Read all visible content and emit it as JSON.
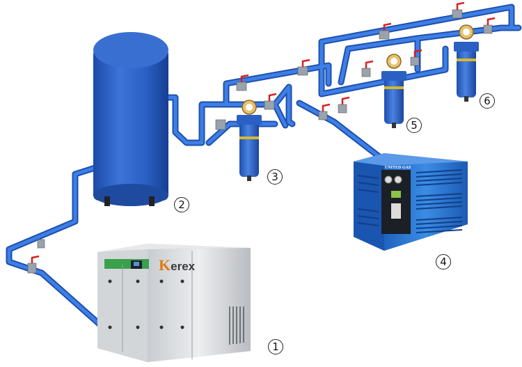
{
  "diagram": {
    "labels": [
      {
        "id": "compressor",
        "number": "1"
      },
      {
        "id": "tank",
        "number": "2"
      },
      {
        "id": "filter-a",
        "number": "3"
      },
      {
        "id": "dryer",
        "number": "4"
      },
      {
        "id": "filter-b",
        "number": "5"
      },
      {
        "id": "filter-c",
        "number": "6"
      }
    ],
    "compressor_brand": "erex",
    "compressor_brand_initial": "K",
    "dryer_brand": "UNITED GAS",
    "colors": {
      "pipe": "#2f6fd8",
      "pipe_dark": "#1d4fae",
      "tank": "#2e62c7",
      "dryer": "#2f7fd6",
      "valve_handle": "#d42020",
      "compressor_body": "#d8dadc",
      "filter_band": "#d6b830"
    }
  }
}
